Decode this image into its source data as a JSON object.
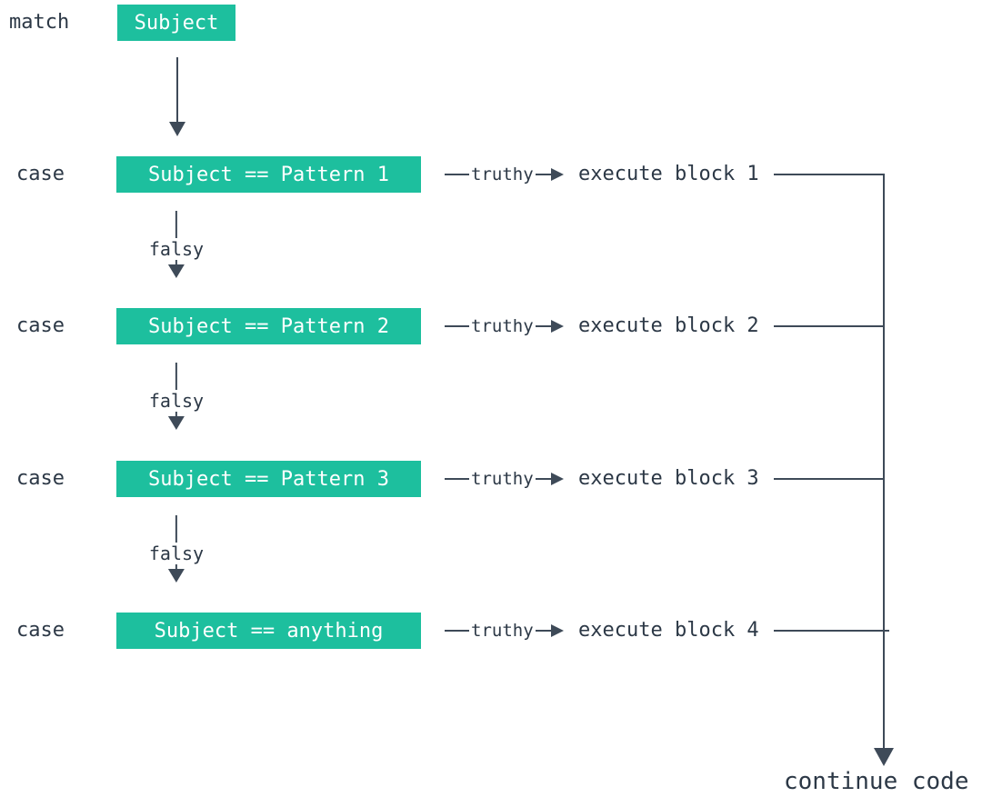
{
  "diagram": {
    "match_label": "match",
    "subject_label": "Subject",
    "case_label": "case",
    "truthy_label": "truthy",
    "falsy_label": "falsy",
    "continue_label": "continue code",
    "rows": [
      {
        "condition": "Subject == Pattern 1",
        "result": "execute block 1"
      },
      {
        "condition": "Subject == Pattern 2",
        "result": "execute block 2"
      },
      {
        "condition": "Subject == Pattern 3",
        "result": "execute block 3"
      },
      {
        "condition": "Subject == anything",
        "result": "execute block 4"
      }
    ],
    "colors": {
      "accent": "#1dbf9e",
      "text": "#2c3846",
      "line": "#3e4a58",
      "box_text": "#ffffff",
      "background": "#ffffff"
    }
  }
}
